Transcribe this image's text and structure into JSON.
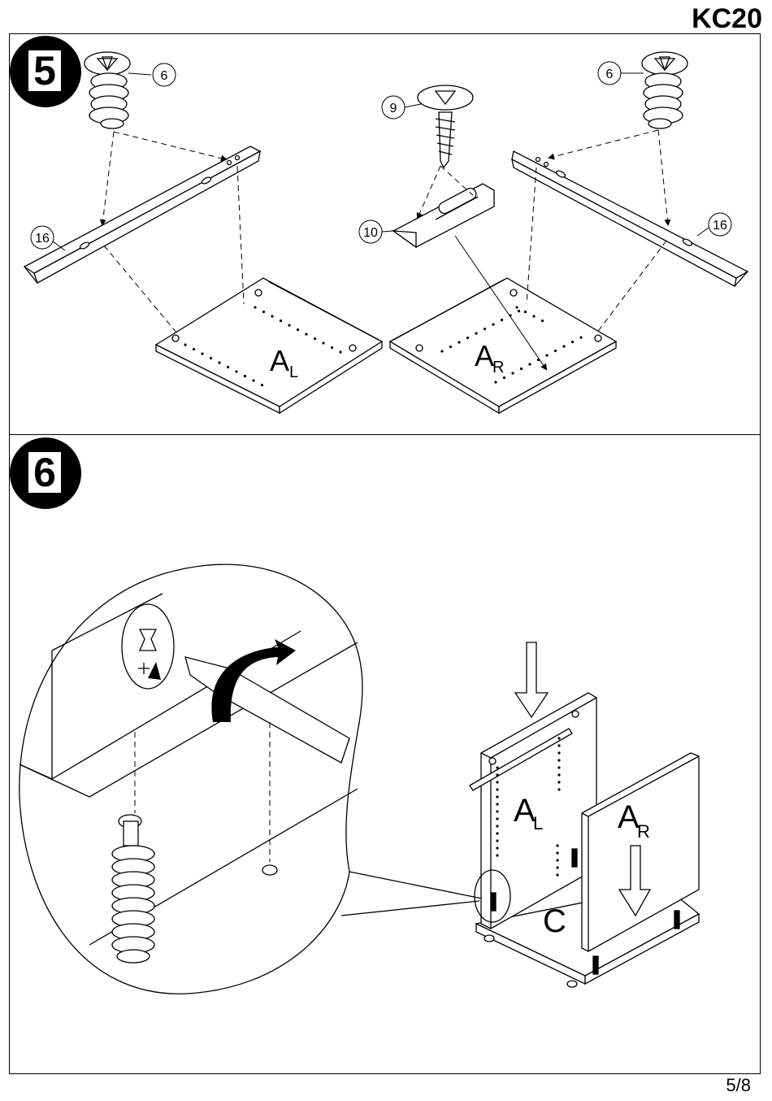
{
  "header": {
    "model_code": "KC20"
  },
  "steps": [
    {
      "number": "5"
    },
    {
      "number": "6"
    }
  ],
  "part_callouts": {
    "cam_screw_left": "6",
    "cam_screw_right": "6",
    "wood_screw": "9",
    "bracket": "10",
    "rail_left": "16",
    "rail_right": "16"
  },
  "panel_labels": {
    "step5_left_main": "A",
    "step5_left_sub": "L",
    "step5_right_main": "A",
    "step5_right_sub": "R",
    "step6_left_main": "A",
    "step6_left_sub": "L",
    "step6_right_main": "A",
    "step6_right_sub": "R",
    "step6_base": "C"
  },
  "footer": {
    "page": "5/8"
  },
  "icons": [
    "cam-screw-icon",
    "wood-screw-icon",
    "rotate-arrow-icon",
    "down-arrow-icon",
    "magnifier-callout-icon"
  ]
}
